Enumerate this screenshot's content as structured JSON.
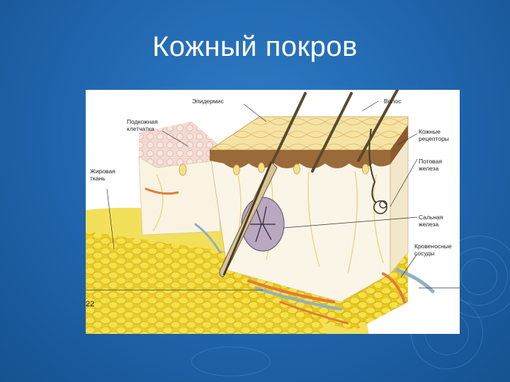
{
  "slide": {
    "title": "Кожный покров"
  },
  "figure": {
    "page_number": "22",
    "labels": {
      "epidermis": "Эпидермис",
      "hair": "Волос",
      "subcutaneous": "Подкожная\nклетчатка",
      "fat": "Жировая\nткань",
      "receptors": "Кожные\nрецепторы",
      "sweat_gland": "Потовая\nжелеза",
      "sebaceous_gland": "Сальная\nжелеза",
      "blood_vessels": "Кровеносные\nсосуды"
    }
  }
}
